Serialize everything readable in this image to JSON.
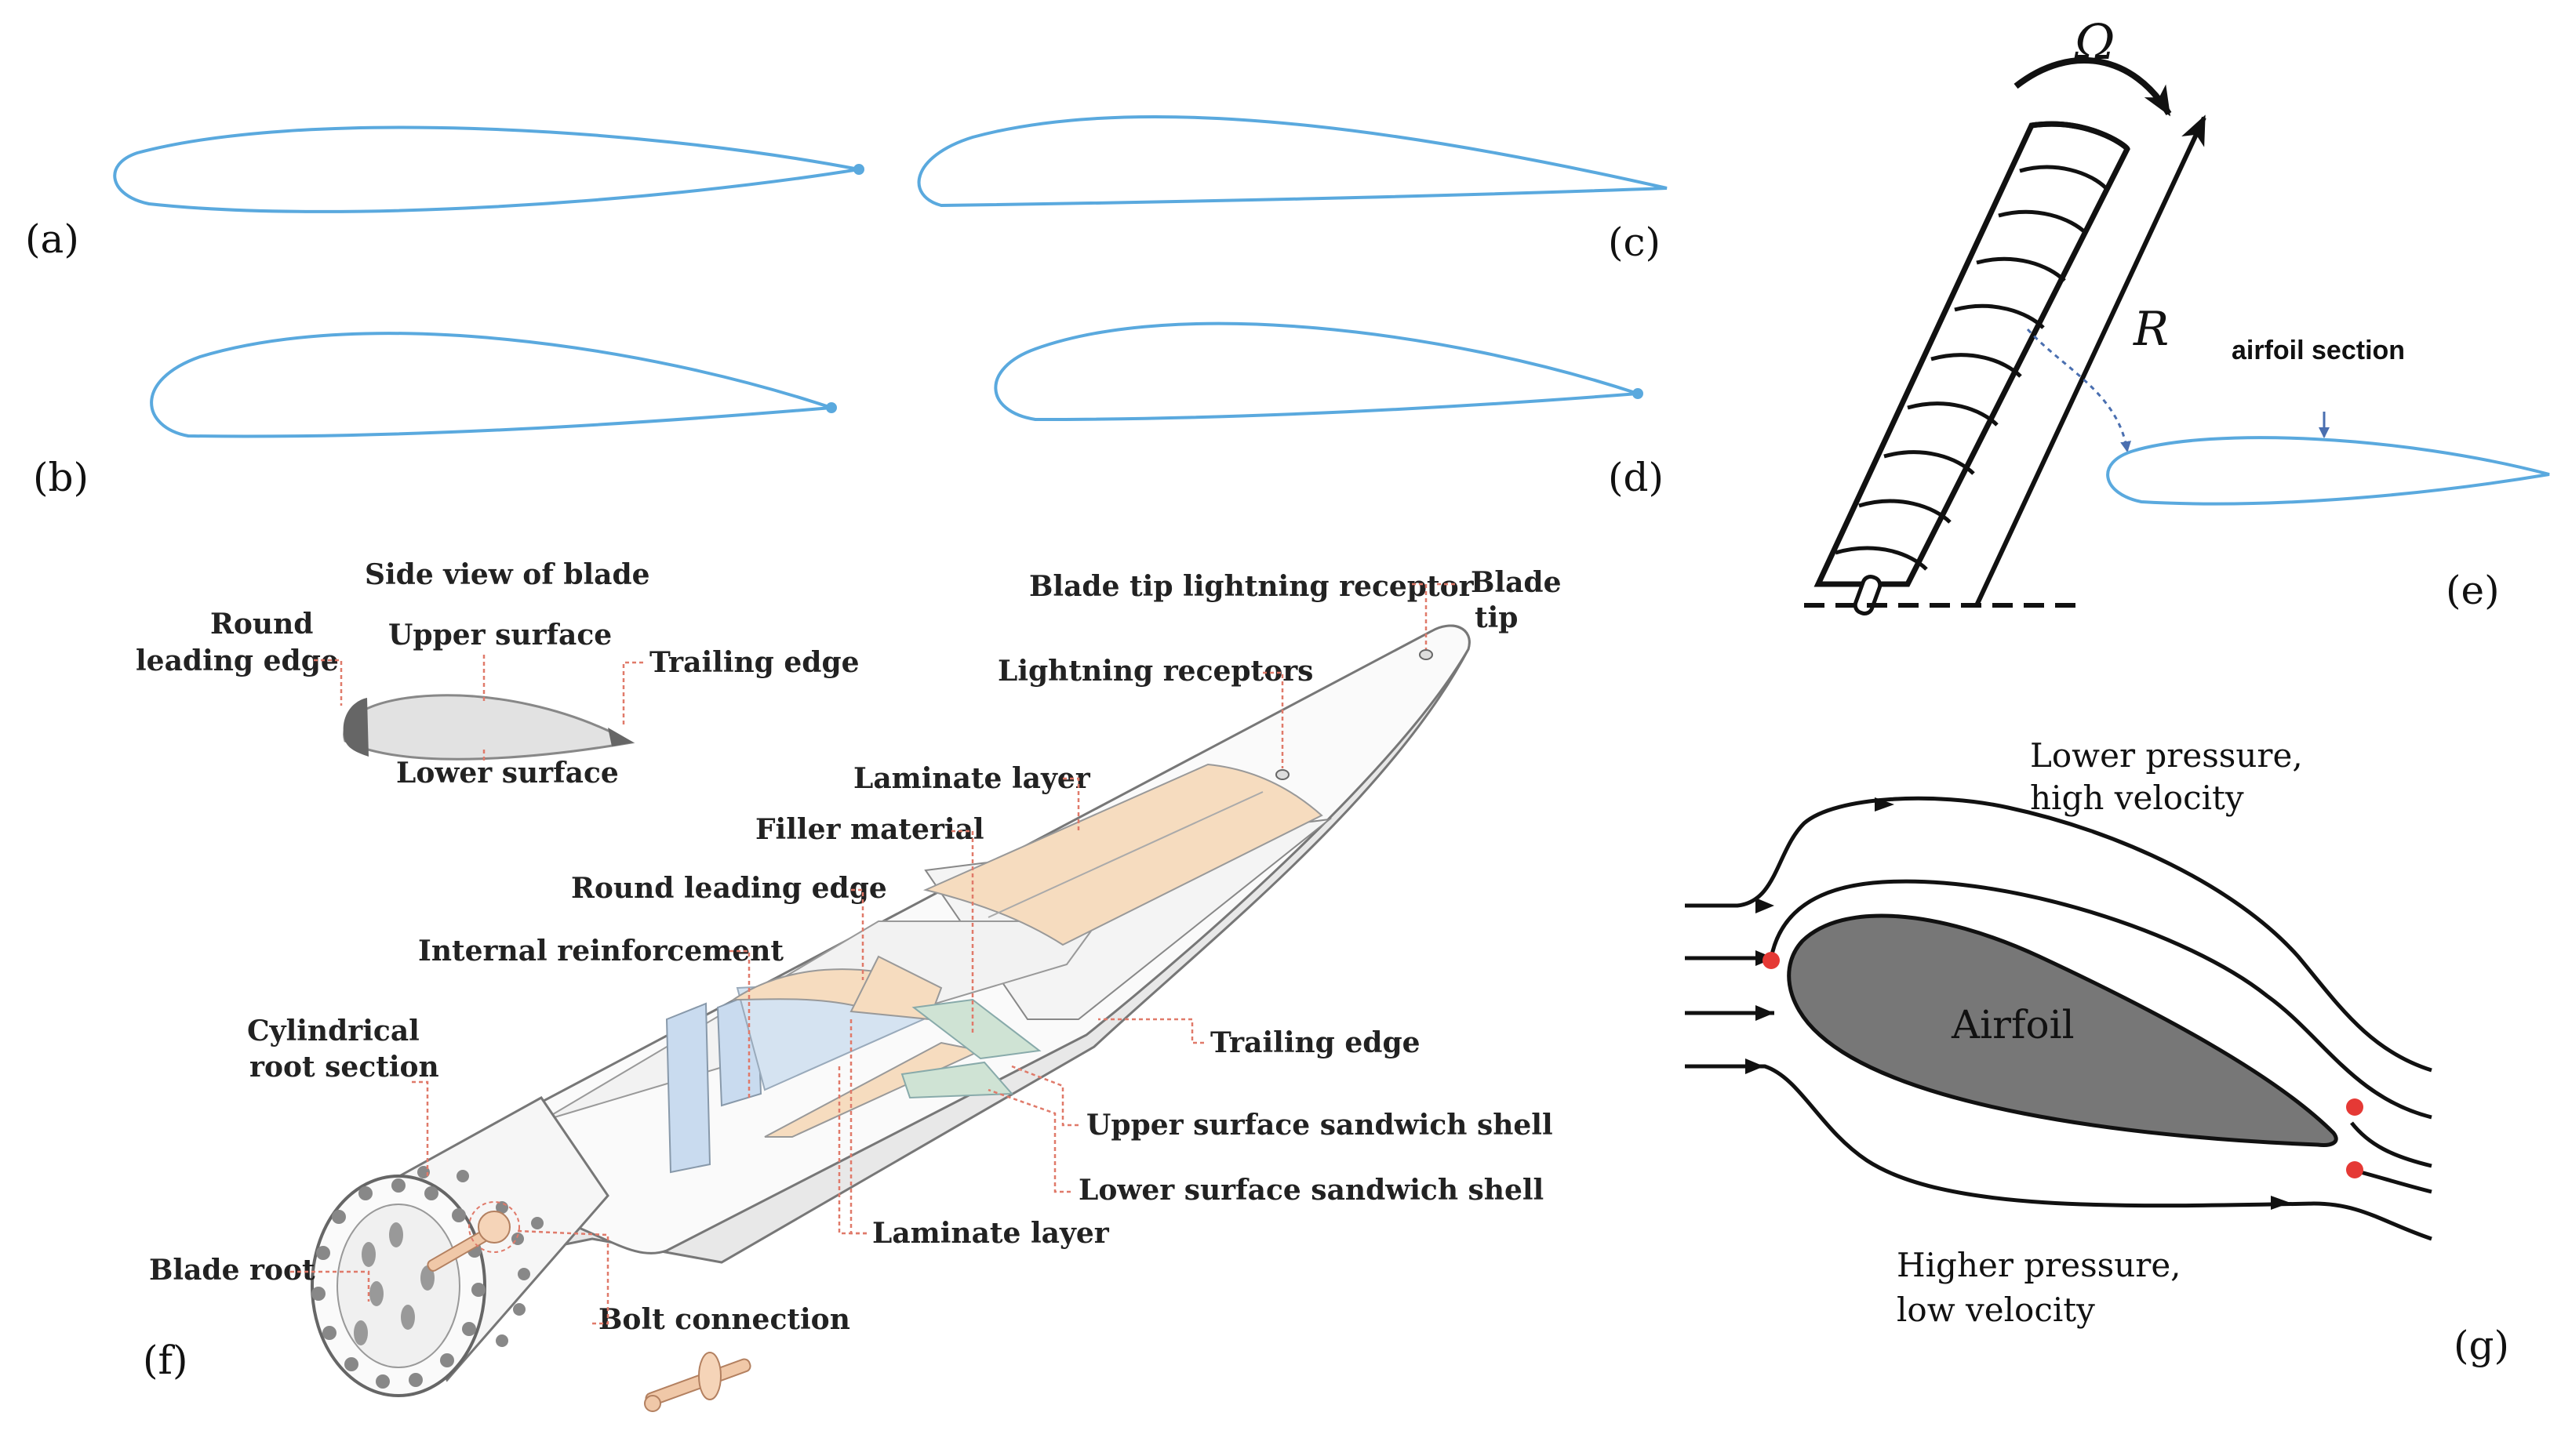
{
  "panels": {
    "a": "(a)",
    "b": "(b)",
    "c": "(c)",
    "d": "(d)",
    "e": "(e)",
    "f": "(f)",
    "g": "(g)"
  },
  "panel_e": {
    "omega": "Ω",
    "radius": "R",
    "airfoil_label": "airfoil section"
  },
  "panel_f": {
    "side_view": "Side view of blade",
    "round_leading_edge_1": "Round",
    "round_leading_edge_2": "leading edge",
    "upper_surface": "Upper surface",
    "trailing_edge_side": "Trailing edge",
    "lower_surface": "Lower surface",
    "tip_receptor": "Blade tip lightning receptor",
    "blade_tip_1": "Blade",
    "blade_tip_2": "tip",
    "lightning_receptors": "Lightning receptors",
    "laminate_top": "Laminate layer",
    "filler": "Filler material",
    "round_leading_edge": "Round leading edge",
    "internal_reinforcement": "Internal reinforcement",
    "cyl_root_1": "Cylindrical",
    "cyl_root_2": "root section",
    "trailing_edge": "Trailing edge",
    "upper_shell": "Upper surface sandwich shell",
    "lower_shell": "Lower surface sandwich shell",
    "laminate_bottom": "Laminate layer",
    "blade_root": "Blade root",
    "bolt": "Bolt connection"
  },
  "panel_g": {
    "top_1": "Lower pressure,",
    "top_2": "high velocity",
    "airfoil": "Airfoil",
    "bottom_1": "Higher pressure,",
    "bottom_2": "low velocity"
  },
  "colors": {
    "airfoil_line": "#5aa9de",
    "laminate": "#f6dcbf",
    "shell_blue": "#c9dbef",
    "shell_green": "#cfe3d4",
    "gray_body": "#e6e6e6",
    "leader": "#e07a6a",
    "stagnation": "#e53935",
    "airfoil_fill": "#777777"
  }
}
